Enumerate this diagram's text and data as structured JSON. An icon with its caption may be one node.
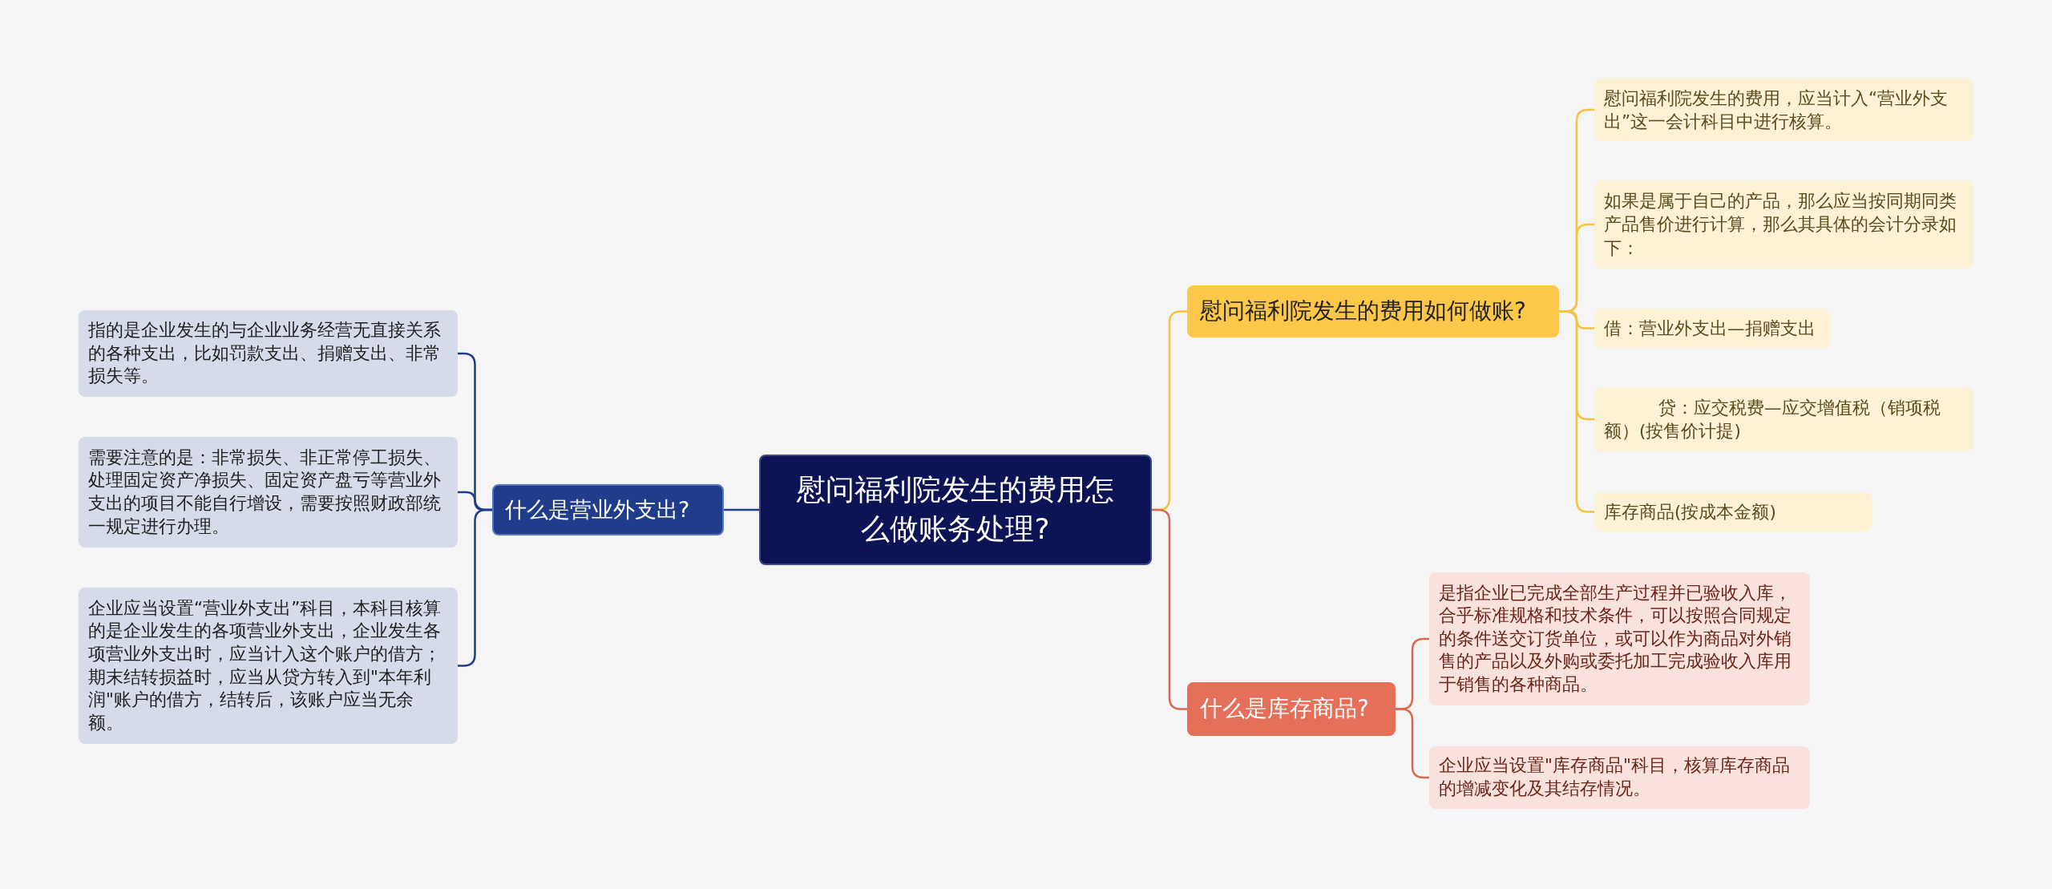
{
  "diagram": {
    "nodes": [
      {
        "text": [
          "慰问福利院发生的费用怎么做账务处理?"
        ]
      },
      {
        "text": [
          "什么是营业外支出?"
        ]
      },
      {
        "text": [
          "指的是企业发生的与企业业务经营无直接关系的各种支出，比如罚款支出、捐赠支出、非常损失等。"
        ]
      },
      {
        "text": [
          "需要注意的是：非常损失、非正常停工损失、处理固定资产净损失、固定资产盘亏等营业外支出的项目不能自行增设，需要按照财政部统一规定进行办理。"
        ]
      },
      {
        "text": [
          "企业应当设置“营业外支出”科目，本科目核算的是企业发生的各项营业外支出，企业发生各项营业外支出时，应当计入这个账户的借方；期末结转损益时，应当从贷方转入到\"本年利润\"账户的借方，结转后，该账户应当无余额。"
        ]
      },
      {
        "text": [
          "慰问福利院发生的费用如何做账?"
        ]
      },
      {
        "text": [
          "慰问福利院发生的费用，应当计入“营业外支出”这一会计科目中进行核算。"
        ]
      },
      {
        "text": [
          "如果是属于自己的产品，那么应当按同期同类产品售价进行计算，那么其具体的会计分录如下："
        ]
      },
      {
        "text": [
          "借：营业外支出—捐赠支出"
        ]
      },
      {
        "text": [
          "贷：应交税费—应交增值税（销项税额）(按售价计提)"
        ]
      },
      {
        "text": [
          "库存商品(按成本金额)"
        ]
      },
      {
        "text": [
          "什么是库存商品?"
        ]
      },
      {
        "text": [
          "是指企业已完成全部生产过程并已验收入库，合乎标准规格和技术条件，可以按照合同规定的条件送交订货单位，或可以作为商品对外销售的产品以及外购或委托加工完成验收入库用于销售的各种商品。"
        ]
      },
      {
        "text": [
          "企业应当设置\"库存商品\"科目，核算库存商品的增减变化及其结存情况。"
        ]
      }
    ],
    "edges": [
      {
        "from": 0,
        "to": 1,
        "arrow": "none",
        "color": "#1f3d8a"
      },
      {
        "from": 1,
        "to": 2,
        "arrow": "none",
        "color": "#1f3d8a"
      },
      {
        "from": 1,
        "to": 3,
        "arrow": "none",
        "color": "#1f3d8a"
      },
      {
        "from": 1,
        "to": 4,
        "arrow": "none",
        "color": "#1f3d8a"
      },
      {
        "from": 0,
        "to": 5,
        "arrow": "none",
        "color": "#f5c242"
      },
      {
        "from": 5,
        "to": 6,
        "arrow": "none",
        "color": "#f5c242"
      },
      {
        "from": 5,
        "to": 7,
        "arrow": "none",
        "color": "#f5c242"
      },
      {
        "from": 5,
        "to": 8,
        "arrow": "none",
        "color": "#f5c242"
      },
      {
        "from": 5,
        "to": 9,
        "arrow": "none",
        "color": "#f5c242"
      },
      {
        "from": 5,
        "to": 10,
        "arrow": "none",
        "color": "#f5c242"
      },
      {
        "from": 0,
        "to": 11,
        "arrow": "none",
        "color": "#d9694f"
      },
      {
        "from": 11,
        "to": 12,
        "arrow": "none",
        "color": "#d9694f"
      },
      {
        "from": 11,
        "to": 13,
        "arrow": "none",
        "color": "#d9694f"
      }
    ]
  }
}
